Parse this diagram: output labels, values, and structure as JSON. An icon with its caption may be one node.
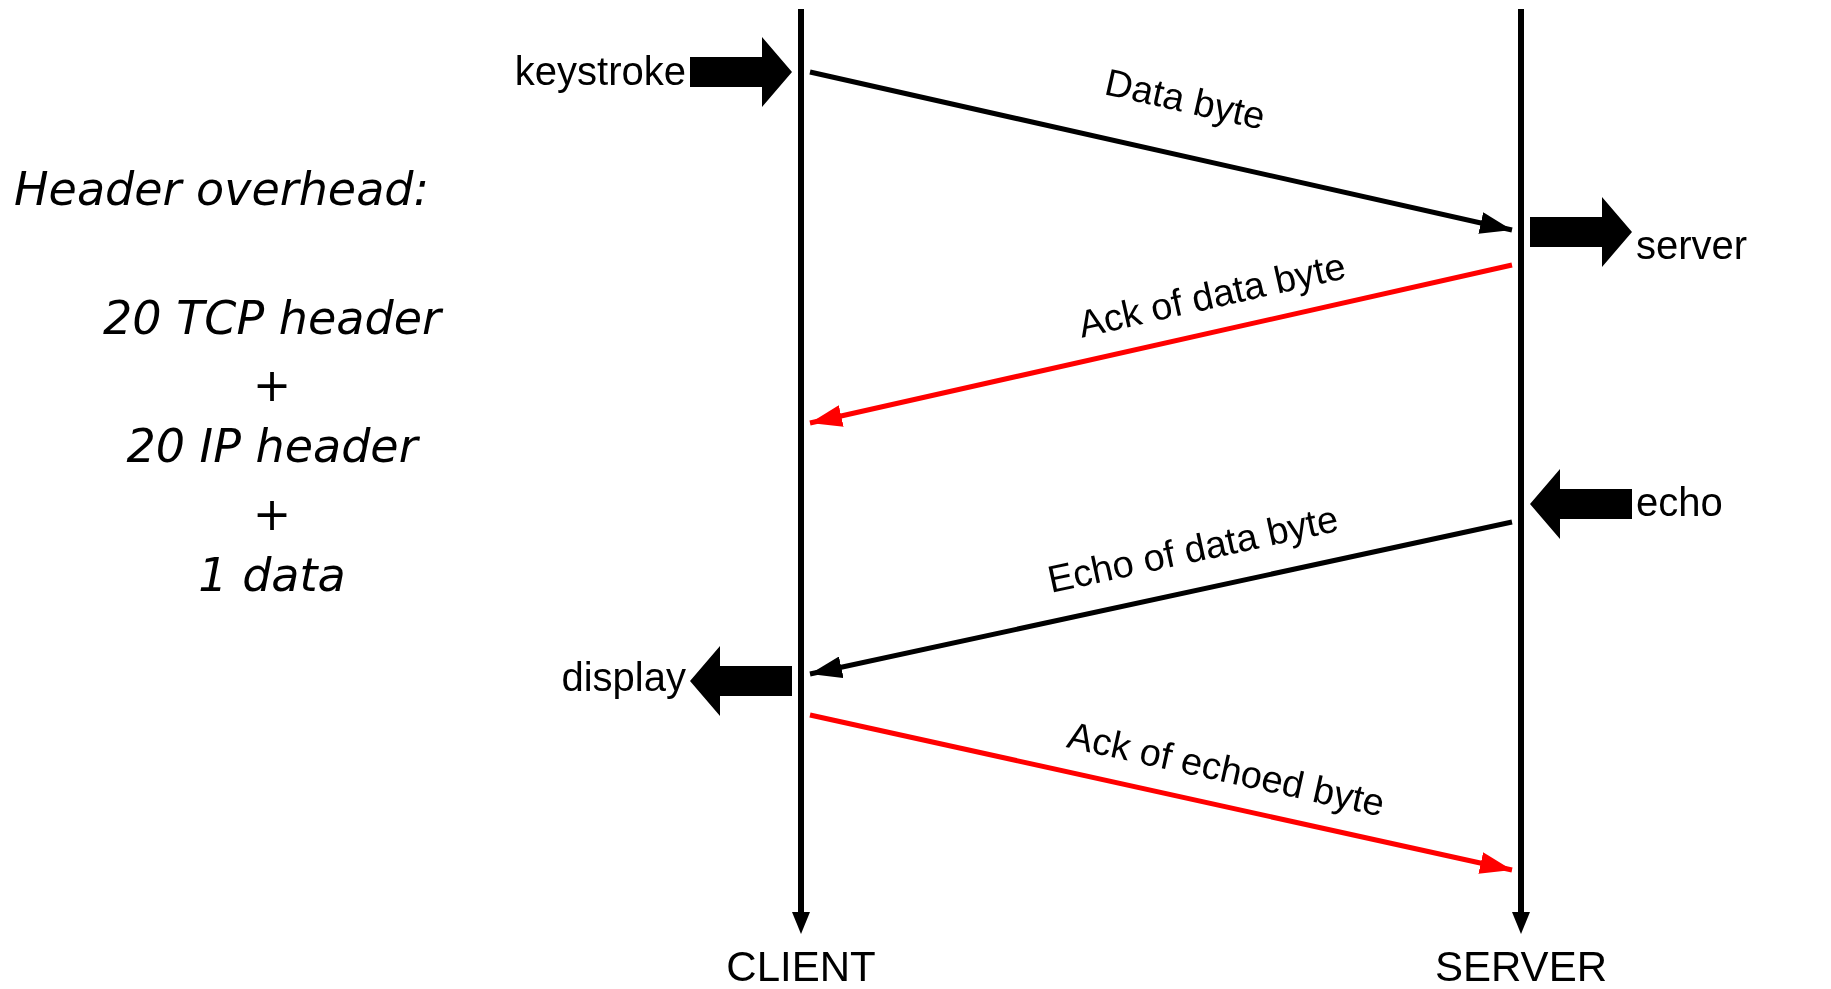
{
  "diagram": {
    "nodes": [
      {
        "text": [
          "keystroke"
        ]
      },
      {
        "text": [
          "server"
        ]
      },
      {
        "text": [
          "echo"
        ]
      },
      {
        "text": [
          "display"
        ]
      },
      {
        "text": [
          "CLIENT"
        ]
      },
      {
        "text": [
          "SERVER"
        ]
      }
    ],
    "edges": [
      {
        "from": 0,
        "to": 4,
        "arrow": "to",
        "style": "thick"
      },
      {
        "from": 4,
        "to": 5,
        "label": "Data byte",
        "arrow": "to"
      },
      {
        "from": 5,
        "to": 1,
        "arrow": "to",
        "style": "thick"
      },
      {
        "from": 5,
        "to": 4,
        "label": "Ack of data byte",
        "arrow": "to",
        "color": "#ff0000"
      },
      {
        "from": 2,
        "to": 5,
        "arrow": "to",
        "style": "thick"
      },
      {
        "from": 5,
        "to": 4,
        "label": "Echo of data byte",
        "arrow": "to"
      },
      {
        "from": 4,
        "to": 3,
        "arrow": "to",
        "style": "thick"
      },
      {
        "from": 4,
        "to": 5,
        "label": "Ack of echoed byte",
        "arrow": "to",
        "color": "#ff0000"
      }
    ],
    "labels": [
      "Header overhead:",
      "20 TCP header",
      "+",
      "20 IP header",
      "+",
      "1 data"
    ]
  }
}
